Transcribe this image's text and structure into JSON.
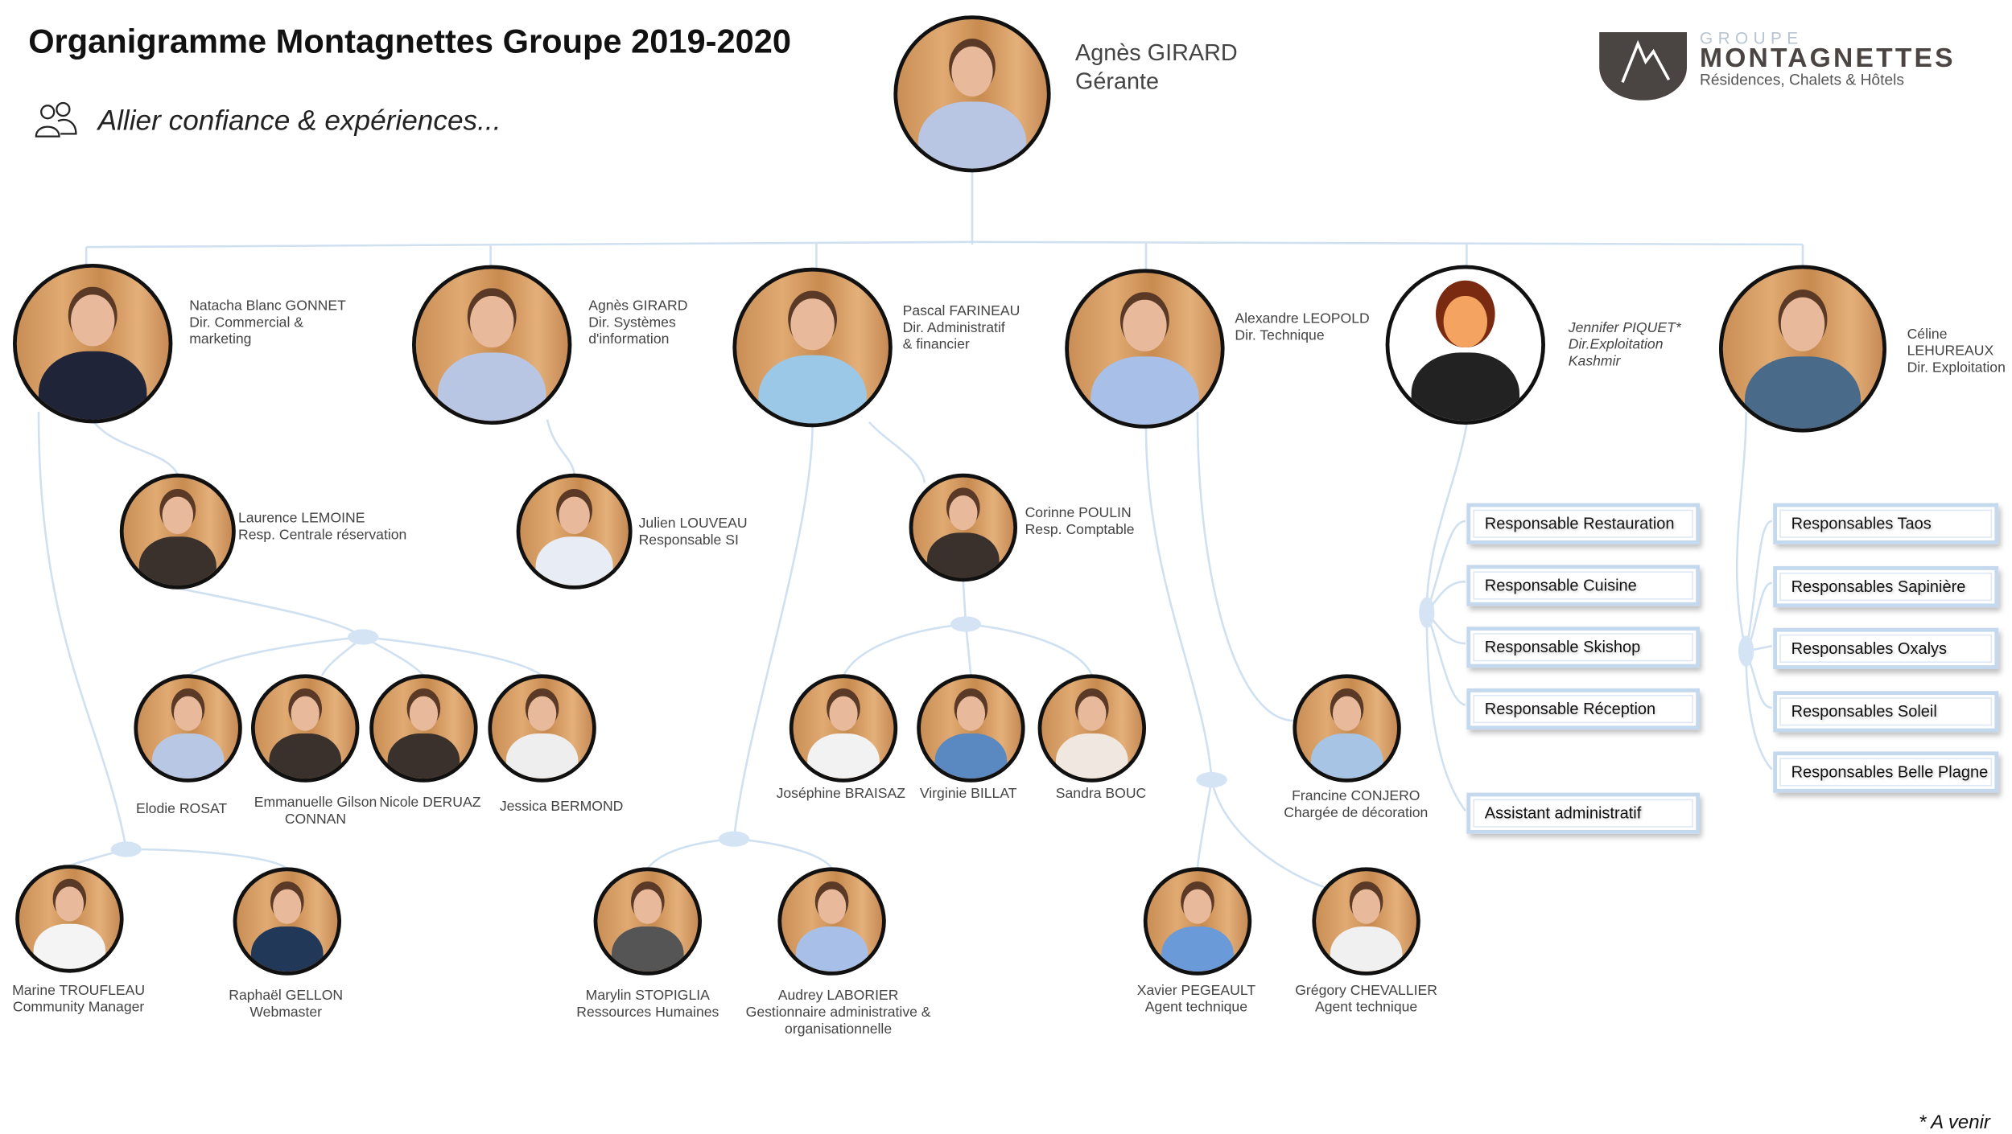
{
  "header": {
    "title": "Organigramme Montagnettes Groupe 2019-2020",
    "tagline": "Allier confiance & expériences...",
    "tagline_icon": "people-group-icon"
  },
  "logo": {
    "group": "GROUPE",
    "brand": "MONTAGNETTES",
    "subtitle": "Résidences, Chalets & Hôtels",
    "colors": {
      "mark": "#4a4442",
      "brand": "#4a4442",
      "group": "#b8c4d0"
    }
  },
  "ceo": {
    "name": "Agnès GIRARD",
    "role": "Gérante"
  },
  "people": [
    {
      "name": "Natacha Blanc GONNET",
      "role": [
        "Dir. Commercial &",
        "marketing"
      ]
    },
    {
      "name": "Agnès GIRARD",
      "role": [
        "Dir. Systèmes",
        "d'information"
      ]
    },
    {
      "name": "Pascal FARINEAU",
      "role": [
        "Dir. Administratif",
        "& financier"
      ]
    },
    {
      "name": "Alexandre LEOPOLD",
      "role": [
        "Dir. Technique"
      ]
    },
    {
      "name": "Jennifer PIQUET*",
      "role": [
        "Dir.Exploitation",
        "Kashmir"
      ]
    },
    {
      "name": "Céline",
      "role": [
        "LEHUREAUX",
        "Dir. Exploitation"
      ]
    },
    {
      "name": "Laurence LEMOINE",
      "role": [
        "Resp. Centrale réservation"
      ]
    },
    {
      "name": "Julien LOUVEAU",
      "role": [
        "Responsable SI"
      ]
    },
    {
      "name": "Corinne POULIN",
      "role": [
        "Resp. Comptable"
      ]
    },
    {
      "name": "Elodie ROSAT",
      "role": []
    },
    {
      "name": "Emmanuelle Gilson",
      "role": [
        "CONNAN"
      ]
    },
    {
      "name": "Nicole DERUAZ",
      "role": []
    },
    {
      "name": "Jessica BERMOND",
      "role": []
    },
    {
      "name": "Joséphine BRAISAZ",
      "role": []
    },
    {
      "name": "Virginie BILLAT",
      "role": []
    },
    {
      "name": "Sandra BOUC",
      "role": []
    },
    {
      "name": "Francine CONJERO",
      "role": [
        "Chargée de décoration"
      ]
    },
    {
      "name": "Marine TROUFLEAU",
      "role": [
        "Community Manager"
      ]
    },
    {
      "name": "Raphaël GELLON",
      "role": [
        "Webmaster"
      ]
    },
    {
      "name": "Marylin STOPIGLIA",
      "role": [
        "Ressources Humaines"
      ]
    },
    {
      "name": "Audrey LABORIER",
      "role": [
        "Gestionnaire administrative &",
        "organisationnelle"
      ]
    },
    {
      "name": "Xavier PEGEAULT",
      "role": [
        "Agent technique"
      ]
    },
    {
      "name": "Grégory CHEVALLIER",
      "role": [
        "Agent technique"
      ]
    }
  ],
  "boxes_kashmir": [
    "Responsable Restauration",
    "Responsable Cuisine",
    "Responsable Skishop",
    "Responsable Réception",
    "Assistant administratif"
  ],
  "boxes_exploitation": [
    "Responsables Taos",
    "Responsables Sapinière",
    "Responsables Oxalys",
    "Responsables Soleil",
    "Responsables Belle Plagne"
  ],
  "footnote": "* A venir"
}
